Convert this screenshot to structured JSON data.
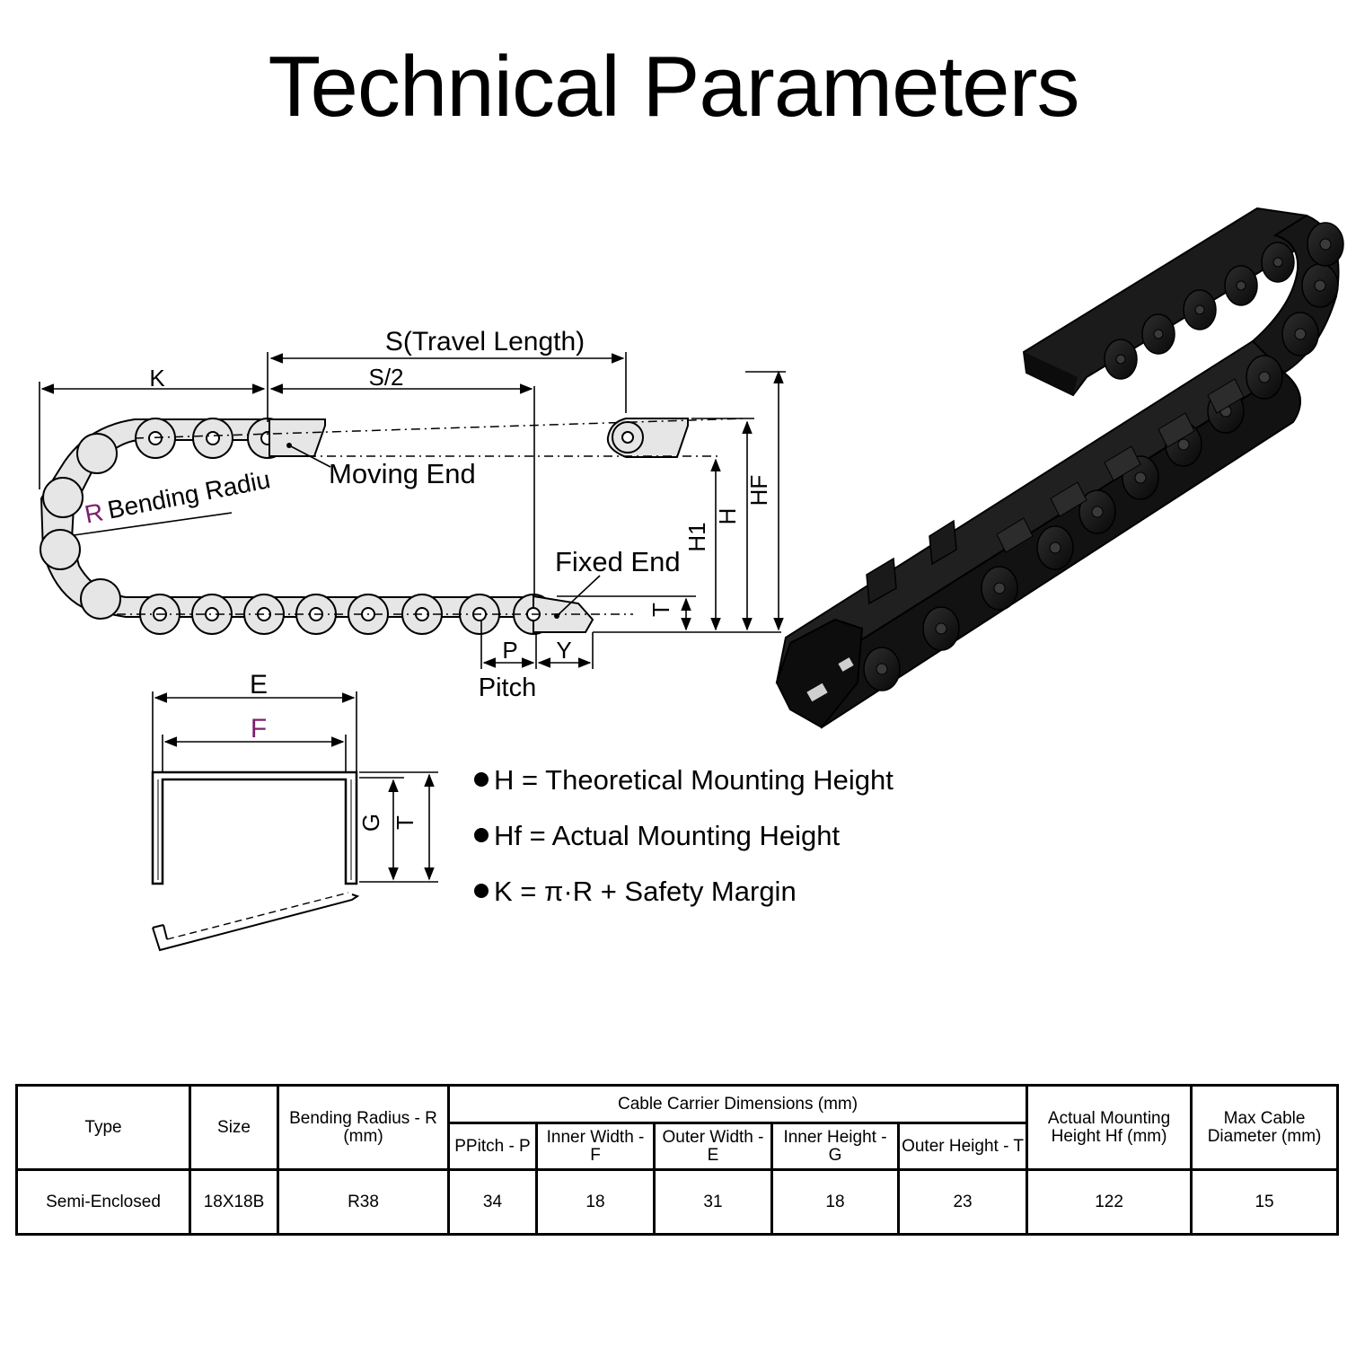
{
  "title": "Technical Parameters",
  "diagram_labels": {
    "K": "K",
    "S_prefix": "S",
    "S_suffix": "(Travel Length)",
    "S_half": "S/2",
    "moving_end": "Moving End",
    "R": "R",
    "bending_radius": "Bending Radiu",
    "fixed_end": "Fixed End",
    "H1": "H1",
    "H": "H",
    "HF": "HF",
    "T": "T",
    "P": "P",
    "Y": "Y",
    "pitch": "Pitch",
    "E": "E",
    "F": "F",
    "G": "G",
    "T2": "T"
  },
  "notes": [
    {
      "text": "H = Theoretical Mounting Height"
    },
    {
      "text": "Hf = Actual Mounting Height"
    },
    {
      "text": "K = π·R + Safety Margin"
    }
  ],
  "colors": {
    "accent": "#7b1f6e",
    "link_fill": "#e6e6e6",
    "chain": "#141414"
  },
  "table": {
    "headers": {
      "type": "Type",
      "size": "Size",
      "bending_radius": "Bending Radius - R (mm)",
      "group": "Cable Carrier Dimensions (mm)",
      "pitch": "PPitch - P",
      "inner_width": "Inner Width - F",
      "outer_width": "Outer Width - E",
      "inner_height": "Inner Height - G",
      "outer_height": "Outer Height - T",
      "mounting_height": "Actual Mounting Height Hf (mm)",
      "max_cable": "Max Cable Diameter (mm)"
    },
    "row": {
      "type": "Semi-Enclosed",
      "size": "18X18B",
      "bending_radius": "R38",
      "pitch": "34",
      "inner_width": "18",
      "outer_width": "31",
      "inner_height": "18",
      "outer_height": "23",
      "mounting_height": "122",
      "max_cable": "15"
    }
  }
}
